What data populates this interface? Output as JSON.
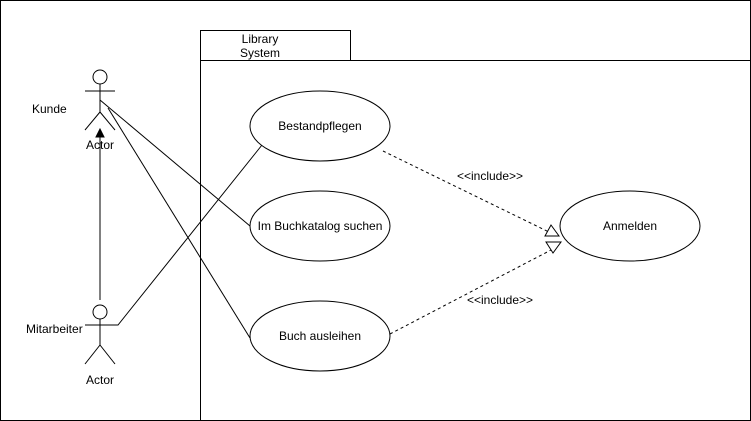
{
  "system": {
    "title_line1": "Library",
    "title_line2": "System"
  },
  "actors": {
    "kunde": {
      "name": "Kunde",
      "type_label": "Actor"
    },
    "mitarbeiter": {
      "name": "Mitarbeiter",
      "type_label": "Actor"
    }
  },
  "use_cases": {
    "bestandpflegen": "Bestandpflegen",
    "buchkatalog": "Im Buchkatalog suchen",
    "ausleihen": "Buch ausleihen",
    "anmelden": "Anmelden"
  },
  "relations": {
    "include_top": "<<include>>",
    "include_bottom": "<<include>>"
  },
  "colors": {
    "line": "#000000",
    "background": "#ffffff"
  }
}
